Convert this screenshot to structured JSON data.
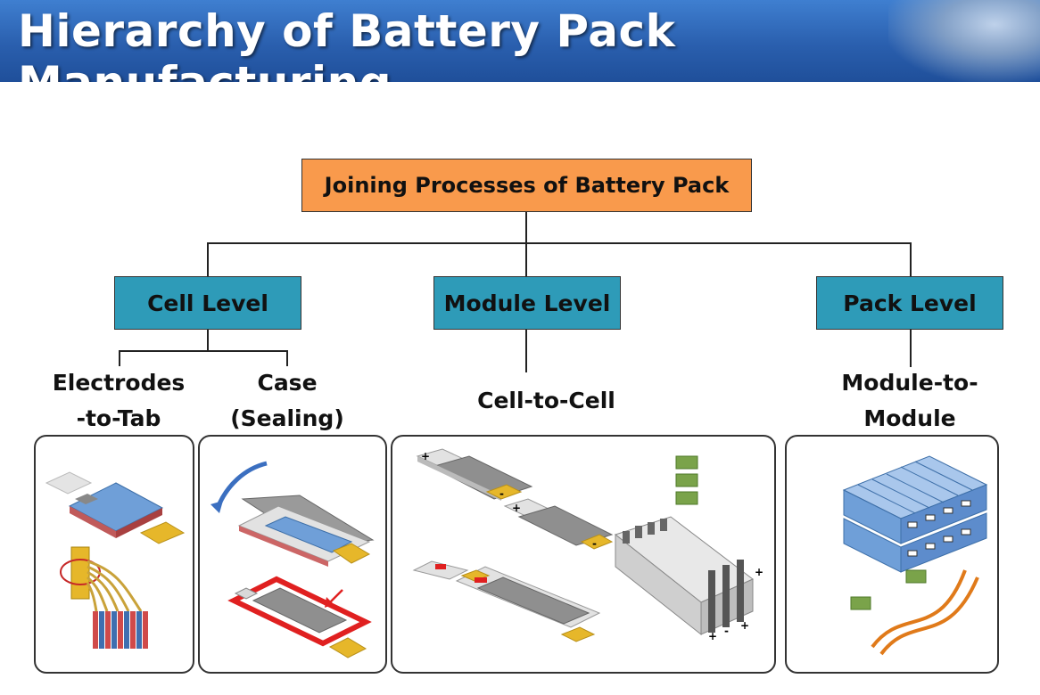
{
  "header": {
    "title": "Hierarchy of Battery Pack Manufacturing"
  },
  "root": {
    "label": "Joining Processes of Battery Pack"
  },
  "levels": {
    "cell": {
      "label": "Cell Level",
      "children": [
        {
          "line1": "Electrodes",
          "line2": "-to-Tab"
        },
        {
          "line1": "Case",
          "line2": "(Sealing)"
        }
      ]
    },
    "module": {
      "label": "Module Level",
      "children": [
        {
          "line1": "Cell-to-Cell"
        }
      ]
    },
    "pack": {
      "label": "Pack Level",
      "children": [
        {
          "line1": "Module-to-",
          "line2": "Module"
        }
      ]
    }
  },
  "colors": {
    "root_fill": "#f99a4c",
    "level_fill": "#2e9bb8",
    "banner": "#2a5fae",
    "sealing_highlight": "#e02020",
    "tab": "#e6b72a",
    "cell_blue": "#6f9fd8",
    "busbar_green": "#7aa34a"
  }
}
